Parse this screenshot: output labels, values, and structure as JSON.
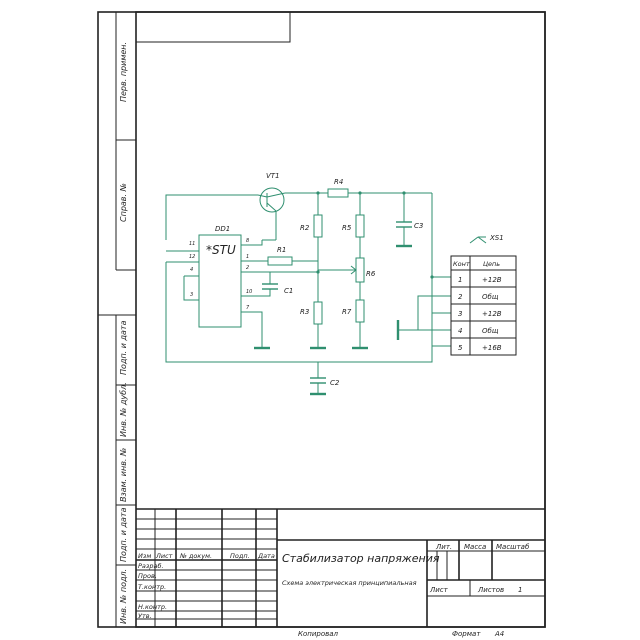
{
  "side_labels": [
    "Перв. примен.",
    "Справ. №",
    "Подп. и дата",
    "Инв. № дубл.",
    "Взам. инв. №",
    "Подп. и дата",
    "Инв. № подл."
  ],
  "components": {
    "chip_ref": "DD1",
    "chip_title": "*STU",
    "chip_pins_left": [
      "11",
      "12",
      "4",
      "3"
    ],
    "chip_pins_right": [
      "8",
      "1",
      "2",
      "10",
      "7"
    ],
    "transistor": "VT1",
    "r1": "R1",
    "r2": "R2",
    "r3": "R3",
    "r4": "R4",
    "r5": "R5",
    "r6": "R6",
    "r7": "R7",
    "c1": "C1",
    "c2": "C2",
    "c3": "C3",
    "connector": "XS1"
  },
  "connector_table": {
    "headers": [
      "Конт",
      "Цепь"
    ],
    "rows": [
      [
        "1",
        "+12В"
      ],
      [
        "2",
        "Общ"
      ],
      [
        "3",
        "+12В"
      ],
      [
        "4",
        "Общ"
      ],
      [
        "5",
        "+16В"
      ]
    ]
  },
  "title_block": {
    "title": "Стабилизатор напряжения",
    "subtitle": "Схема электрическая принципиальная",
    "row_labels": [
      "Изм",
      "Лист",
      "№ докум.",
      "Подп.",
      "Дата"
    ],
    "role_labels": [
      "Разраб.",
      "Пров.",
      "Т.контр.",
      "",
      "Н.контр.",
      "Утв."
    ],
    "col_labels": [
      "Лит.",
      "Масса",
      "Масштаб"
    ],
    "sheet_label": "Лист",
    "sheets_label": "Листов",
    "sheets_value": "1"
  },
  "footer": {
    "copied": "Копировал",
    "format_label": "Формат",
    "format_value": "A4"
  }
}
